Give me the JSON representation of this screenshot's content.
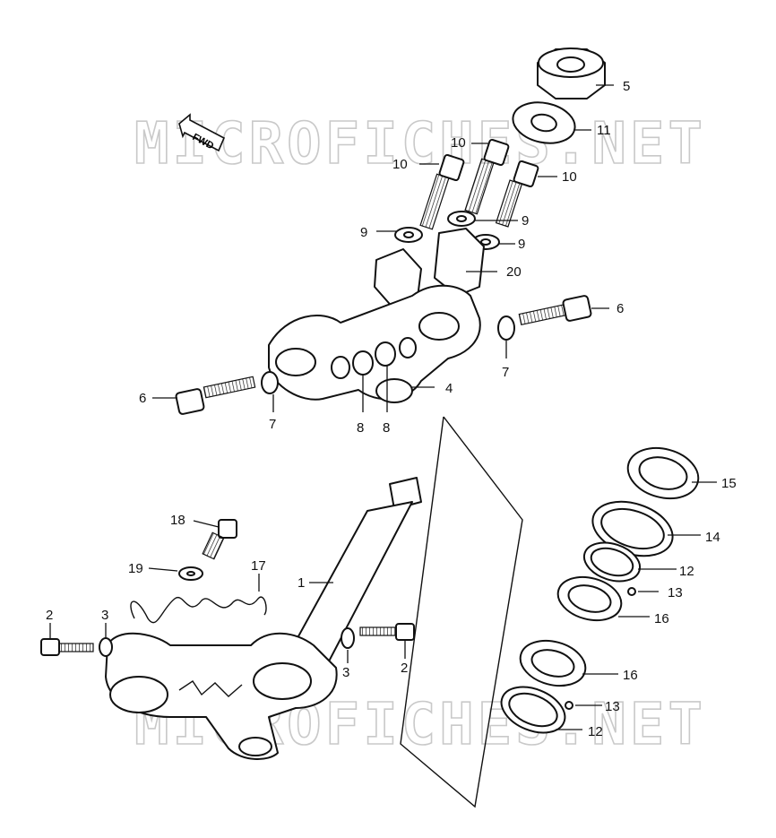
{
  "watermark": {
    "text": "MICROFICHES.NET"
  },
  "fwd_label": "FWD",
  "callouts": [
    {
      "id": "5",
      "text": "5"
    },
    {
      "id": "11",
      "text": "11"
    },
    {
      "id": "10a",
      "text": "10"
    },
    {
      "id": "10b",
      "text": "10"
    },
    {
      "id": "10c",
      "text": "10"
    },
    {
      "id": "9a",
      "text": "9"
    },
    {
      "id": "9b",
      "text": "9"
    },
    {
      "id": "9c",
      "text": "9"
    },
    {
      "id": "20",
      "text": "20"
    },
    {
      "id": "6a",
      "text": "6"
    },
    {
      "id": "6b",
      "text": "6"
    },
    {
      "id": "7a",
      "text": "7"
    },
    {
      "id": "7b",
      "text": "7"
    },
    {
      "id": "4",
      "text": "4"
    },
    {
      "id": "8a",
      "text": "8"
    },
    {
      "id": "8b",
      "text": "8"
    },
    {
      "id": "15",
      "text": "15"
    },
    {
      "id": "14",
      "text": "14"
    },
    {
      "id": "12a",
      "text": "12"
    },
    {
      "id": "13a",
      "text": "13"
    },
    {
      "id": "16a",
      "text": "16"
    },
    {
      "id": "16b",
      "text": "16"
    },
    {
      "id": "13b",
      "text": "13"
    },
    {
      "id": "12b",
      "text": "12"
    },
    {
      "id": "18",
      "text": "18"
    },
    {
      "id": "19",
      "text": "19"
    },
    {
      "id": "17",
      "text": "17"
    },
    {
      "id": "1",
      "text": "1"
    },
    {
      "id": "2a",
      "text": "2"
    },
    {
      "id": "3a",
      "text": "3"
    },
    {
      "id": "3b",
      "text": "3"
    },
    {
      "id": "2b",
      "text": "2"
    }
  ]
}
